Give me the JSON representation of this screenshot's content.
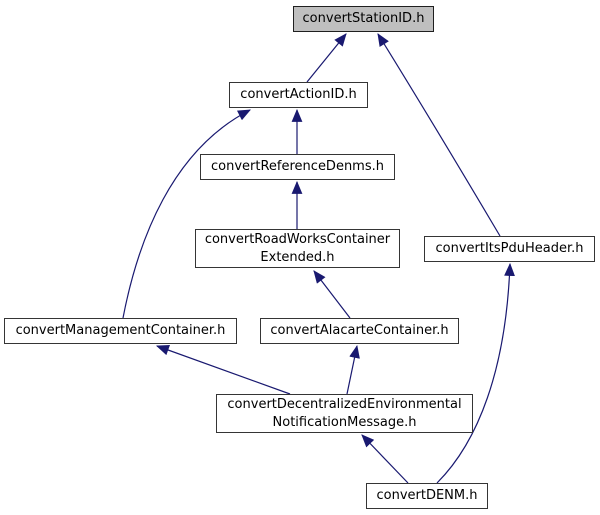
{
  "diagram": {
    "type": "include-dependency-graph",
    "background_color": "#ffffff",
    "arrow_color": "#191970",
    "node_fill": "#ffffff",
    "node_border_color": "#353535",
    "highlighted_node_fill": "#bfbfbf",
    "nodes": [
      {
        "id": "convertStationID",
        "line1": "convertStationID.h",
        "highlighted": true
      },
      {
        "id": "convertActionID",
        "line1": "convertActionID.h"
      },
      {
        "id": "convertReferenceDenms",
        "line1": "convertReferenceDenms.h"
      },
      {
        "id": "convertRoadWorksContainerExtended",
        "line1": "convertRoadWorksContainer",
        "line2": "Extended.h"
      },
      {
        "id": "convertItsPduHeader",
        "line1": "convertItsPduHeader.h"
      },
      {
        "id": "convertManagementContainer",
        "line1": "convertManagementContainer.h"
      },
      {
        "id": "convertAlacarteContainer",
        "line1": "convertAlacarteContainer.h"
      },
      {
        "id": "convertDecentralizedEnvironmentalNotificationMessage",
        "line1": "convertDecentralizedEnvironmental",
        "line2": "NotificationMessage.h"
      },
      {
        "id": "convertDENM",
        "line1": "convertDENM.h"
      }
    ],
    "edges": [
      {
        "from": "convertActionID.h",
        "to": "convertStationID.h"
      },
      {
        "from": "convertItsPduHeader.h",
        "to": "convertStationID.h"
      },
      {
        "from": "convertReferenceDenms.h",
        "to": "convertActionID.h"
      },
      {
        "from": "convertManagementContainer.h",
        "to": "convertActionID.h"
      },
      {
        "from": "convertRoadWorksContainerExtended.h",
        "to": "convertReferenceDenms.h"
      },
      {
        "from": "convertAlacarteContainer.h",
        "to": "convertRoadWorksContainerExtended.h"
      },
      {
        "from": "convertDecentralizedEnvironmentalNotificationMessage.h",
        "to": "convertManagementContainer.h"
      },
      {
        "from": "convertDecentralizedEnvironmentalNotificationMessage.h",
        "to": "convertAlacarteContainer.h"
      },
      {
        "from": "convertDENM.h",
        "to": "convertDecentralizedEnvironmentalNotificationMessage.h"
      },
      {
        "from": "convertDENM.h",
        "to": "convertItsPduHeader.h"
      }
    ]
  }
}
